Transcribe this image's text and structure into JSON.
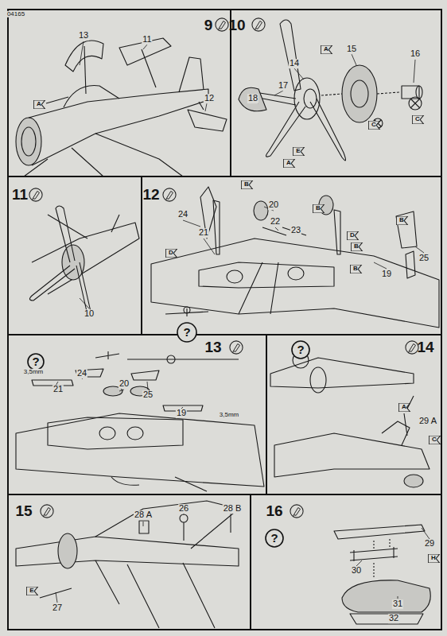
{
  "diagram": {
    "labels": [
      "04165",
      "9",
      "13",
      "11",
      "A",
      "12",
      "10",
      "A",
      "15",
      "16",
      "14",
      "17",
      "18",
      "C",
      "C",
      "E",
      "A",
      "11",
      "10",
      "12",
      "B",
      "24",
      "20",
      "B",
      "22",
      "23",
      "21",
      "D",
      "D",
      "B",
      "B",
      "B",
      "19",
      "25",
      "?",
      "13",
      "?",
      "3,5mm",
      "24",
      "20",
      "25",
      "21",
      "19",
      "3,5mm",
      "?",
      "14",
      "A",
      "29 A",
      "C",
      "15",
      "26",
      "28 A",
      "28 B",
      "E",
      "27",
      "16",
      "?",
      "29",
      "30",
      "H",
      "31",
      "32"
    ]
  }
}
